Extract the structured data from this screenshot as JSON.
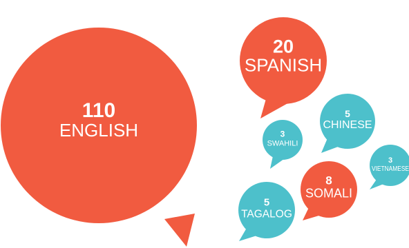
{
  "colors": {
    "primary": "#F15B40",
    "secondary": "#4DC0CB",
    "text": "#FFFFFF"
  },
  "chart_data": {
    "type": "bubble",
    "title": "",
    "bubbles": [
      {
        "language": "ENGLISH",
        "value": 110,
        "color": "#F15B40"
      },
      {
        "language": "SPANISH",
        "value": 20,
        "color": "#F15B40"
      },
      {
        "language": "CHINESE",
        "value": 5,
        "color": "#4DC0CB"
      },
      {
        "language": "SWAHILI",
        "value": 3,
        "color": "#4DC0CB"
      },
      {
        "language": "VIETNAMESE",
        "value": 3,
        "color": "#4DC0CB"
      },
      {
        "language": "SOMALI",
        "value": 8,
        "color": "#F15B40"
      },
      {
        "language": "TAGALOG",
        "value": 5,
        "color": "#4DC0CB"
      }
    ]
  }
}
